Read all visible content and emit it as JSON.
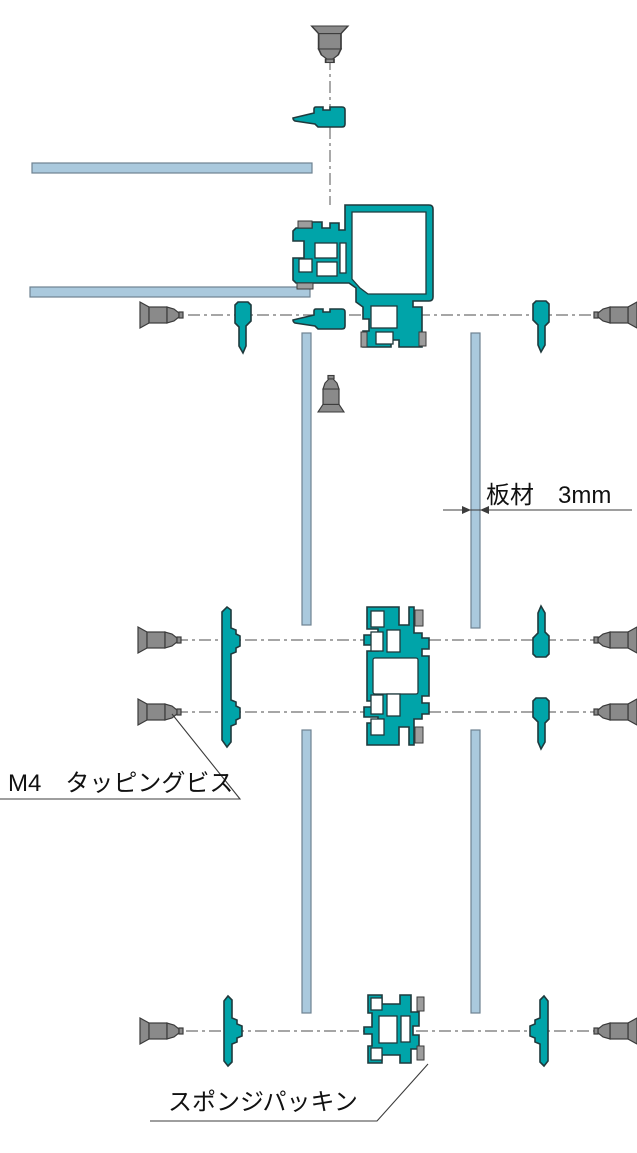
{
  "diagram": {
    "type": "exploded-assembly-drawing",
    "labels": {
      "panel_thickness": "板材　3mm",
      "tapping_screw": "M4　タッピングビス",
      "sponge_packing": "スポンジパッキン"
    },
    "colors": {
      "profile_teal": "#00a4a9",
      "outline_dark": "#1f3a3d",
      "panel_blue": "#aac9dd",
      "hardware_gray": "#8a8a8a",
      "pad_gray": "#9d9d9d",
      "centerline_gray": "#707070"
    }
  }
}
